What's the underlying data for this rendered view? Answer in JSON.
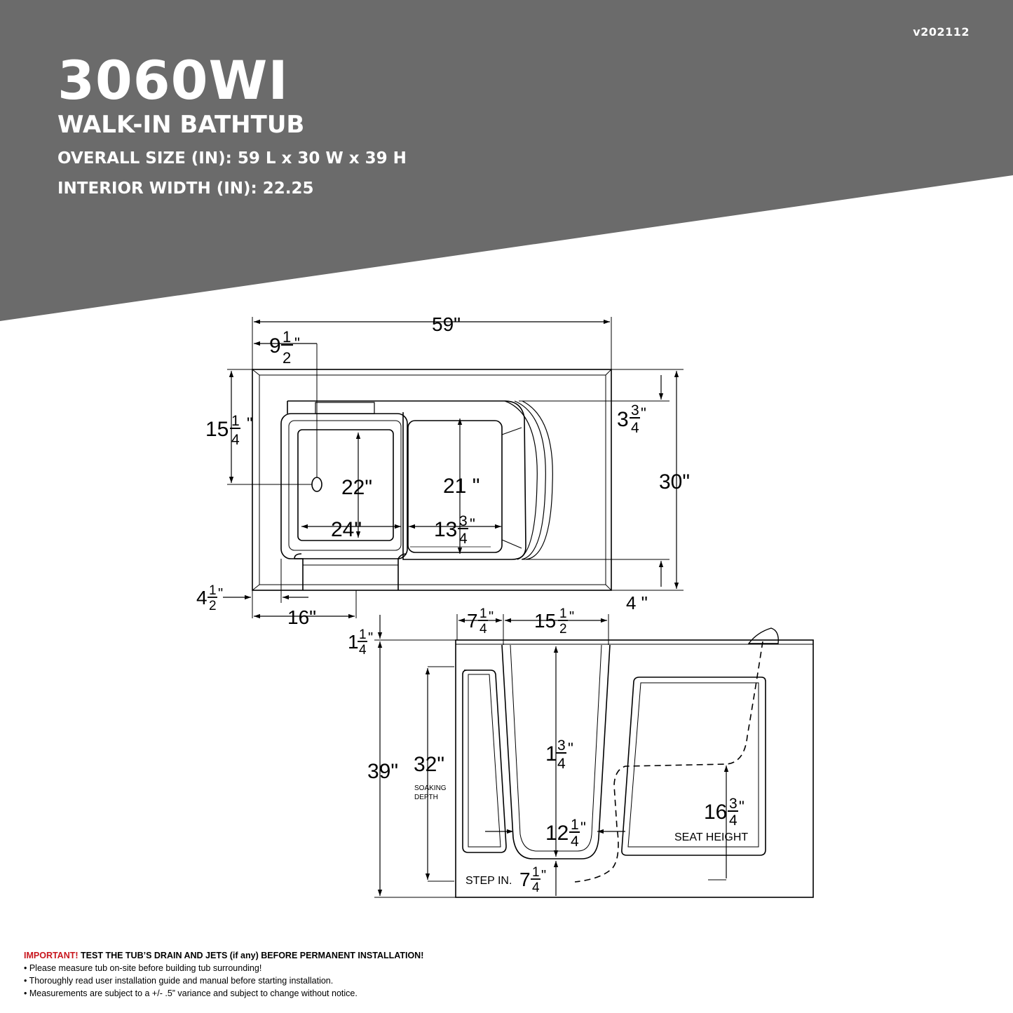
{
  "header": {
    "version": "v202112",
    "model": "3060WI",
    "subtitle": "WALK-IN BATHTUB",
    "overall_size": "OVERALL SIZE (IN): 59 L x 30 W x 39 H",
    "interior_width": "INTERIOR WIDTH (IN): 22.25",
    "band_color": "#6b6b6b"
  },
  "top_view": {
    "length": "59\"",
    "drain_offset": {
      "whole": "9",
      "num": "1",
      "den": "2",
      "mark": "\""
    },
    "drain_depth": {
      "whole": "15",
      "num": "1",
      "den": "4",
      "mark": "\""
    },
    "door_depth": "22\"",
    "seat_depth": "21 \"",
    "door_width": "24\"",
    "seat_width": {
      "whole": "13",
      "num": "3",
      "den": "4",
      "mark": "\""
    },
    "back_offset": {
      "whole": "3",
      "num": "3",
      "den": "4",
      "mark": "\""
    },
    "width": "30\"",
    "front_offset": "4 \"",
    "left_offset": {
      "whole": "4",
      "num": "1",
      "den": "2",
      "mark": "\""
    },
    "door_opening": "16\""
  },
  "side_view": {
    "rim_offset": {
      "whole": "7",
      "num": "1",
      "den": "4",
      "mark": "\""
    },
    "top_width": {
      "whole": "15",
      "num": "1",
      "den": "2",
      "mark": "\""
    },
    "rim_height": {
      "whole": "1",
      "num": "1",
      "den": "4",
      "mark": "\""
    },
    "height": "39\"",
    "soaking_depth": "32\"",
    "soaking_label": [
      "SOAKING",
      "DEPTH"
    ],
    "inner_depth": {
      "whole": "1",
      "num": "3",
      "den": "4",
      "mark": "\""
    },
    "bottom_width": {
      "whole": "12",
      "num": "1",
      "den": "4",
      "mark": "\""
    },
    "seat_height": {
      "whole": "16",
      "num": "3",
      "den": "4",
      "mark": "\""
    },
    "seat_label": "SEAT HEIGHT",
    "step_label": "STEP IN.",
    "step_in": {
      "whole": "7",
      "num": "1",
      "den": "4",
      "mark": "\""
    }
  },
  "notes": {
    "important_word": "IMPORTANT!",
    "important_text": " TEST THE TUB’S DRAIN AND JETS (if any) BEFORE PERMANENT INSTALLATION!",
    "items": [
      "• Please measure tub on-site before building tub surrounding!",
      "• Thoroughly read user installation guide and manual before starting installation.",
      "• Measurements are subject to a +/- .5” variance and subject to change without notice."
    ]
  }
}
